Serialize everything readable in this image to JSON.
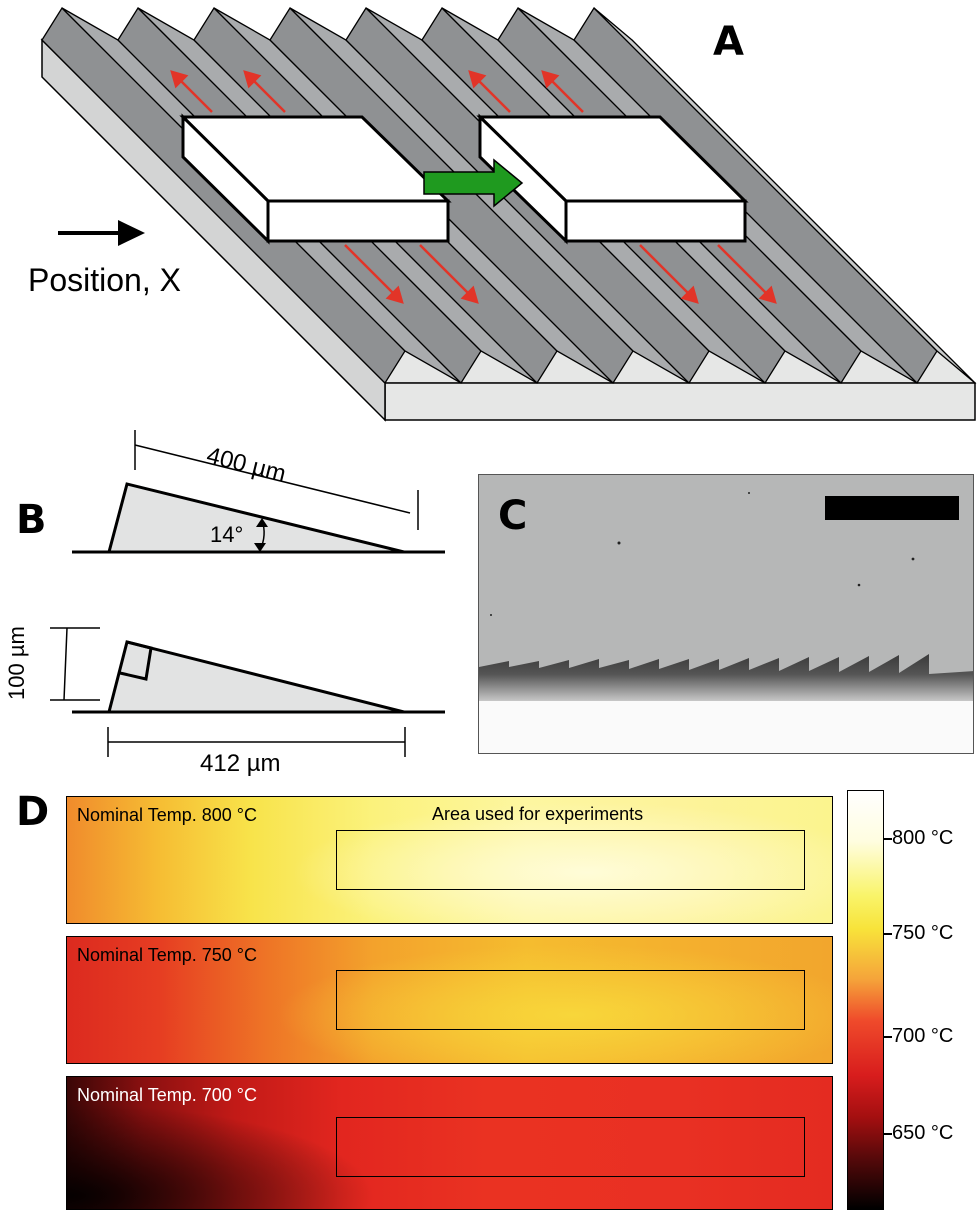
{
  "panels": {
    "a": {
      "letter": "A",
      "axis_label": "Position, X"
    },
    "b": {
      "letter": "B",
      "dim_top": "400 µm",
      "angle": "14°",
      "dim_height": "100 µm",
      "dim_bottom": "412 µm"
    },
    "c": {
      "letter": "C"
    },
    "d": {
      "letter": "D",
      "area_label": "Area used for experiments",
      "maps": [
        {
          "title": "Nominal Temp. 800 °C"
        },
        {
          "title": "Nominal Temp. 750 °C"
        },
        {
          "title": "Nominal Temp. 700 °C"
        }
      ],
      "colorbar_ticks": [
        "800 °C",
        "750 °C",
        "700 °C",
        "650 °C"
      ]
    }
  },
  "colors": {
    "ridge_face": "#9fa0a2",
    "ridge_top": "#d6d8d8",
    "base": "#e6e7e6",
    "arrow_red": "#e23428",
    "arrow_green": "#1f9a1f"
  }
}
